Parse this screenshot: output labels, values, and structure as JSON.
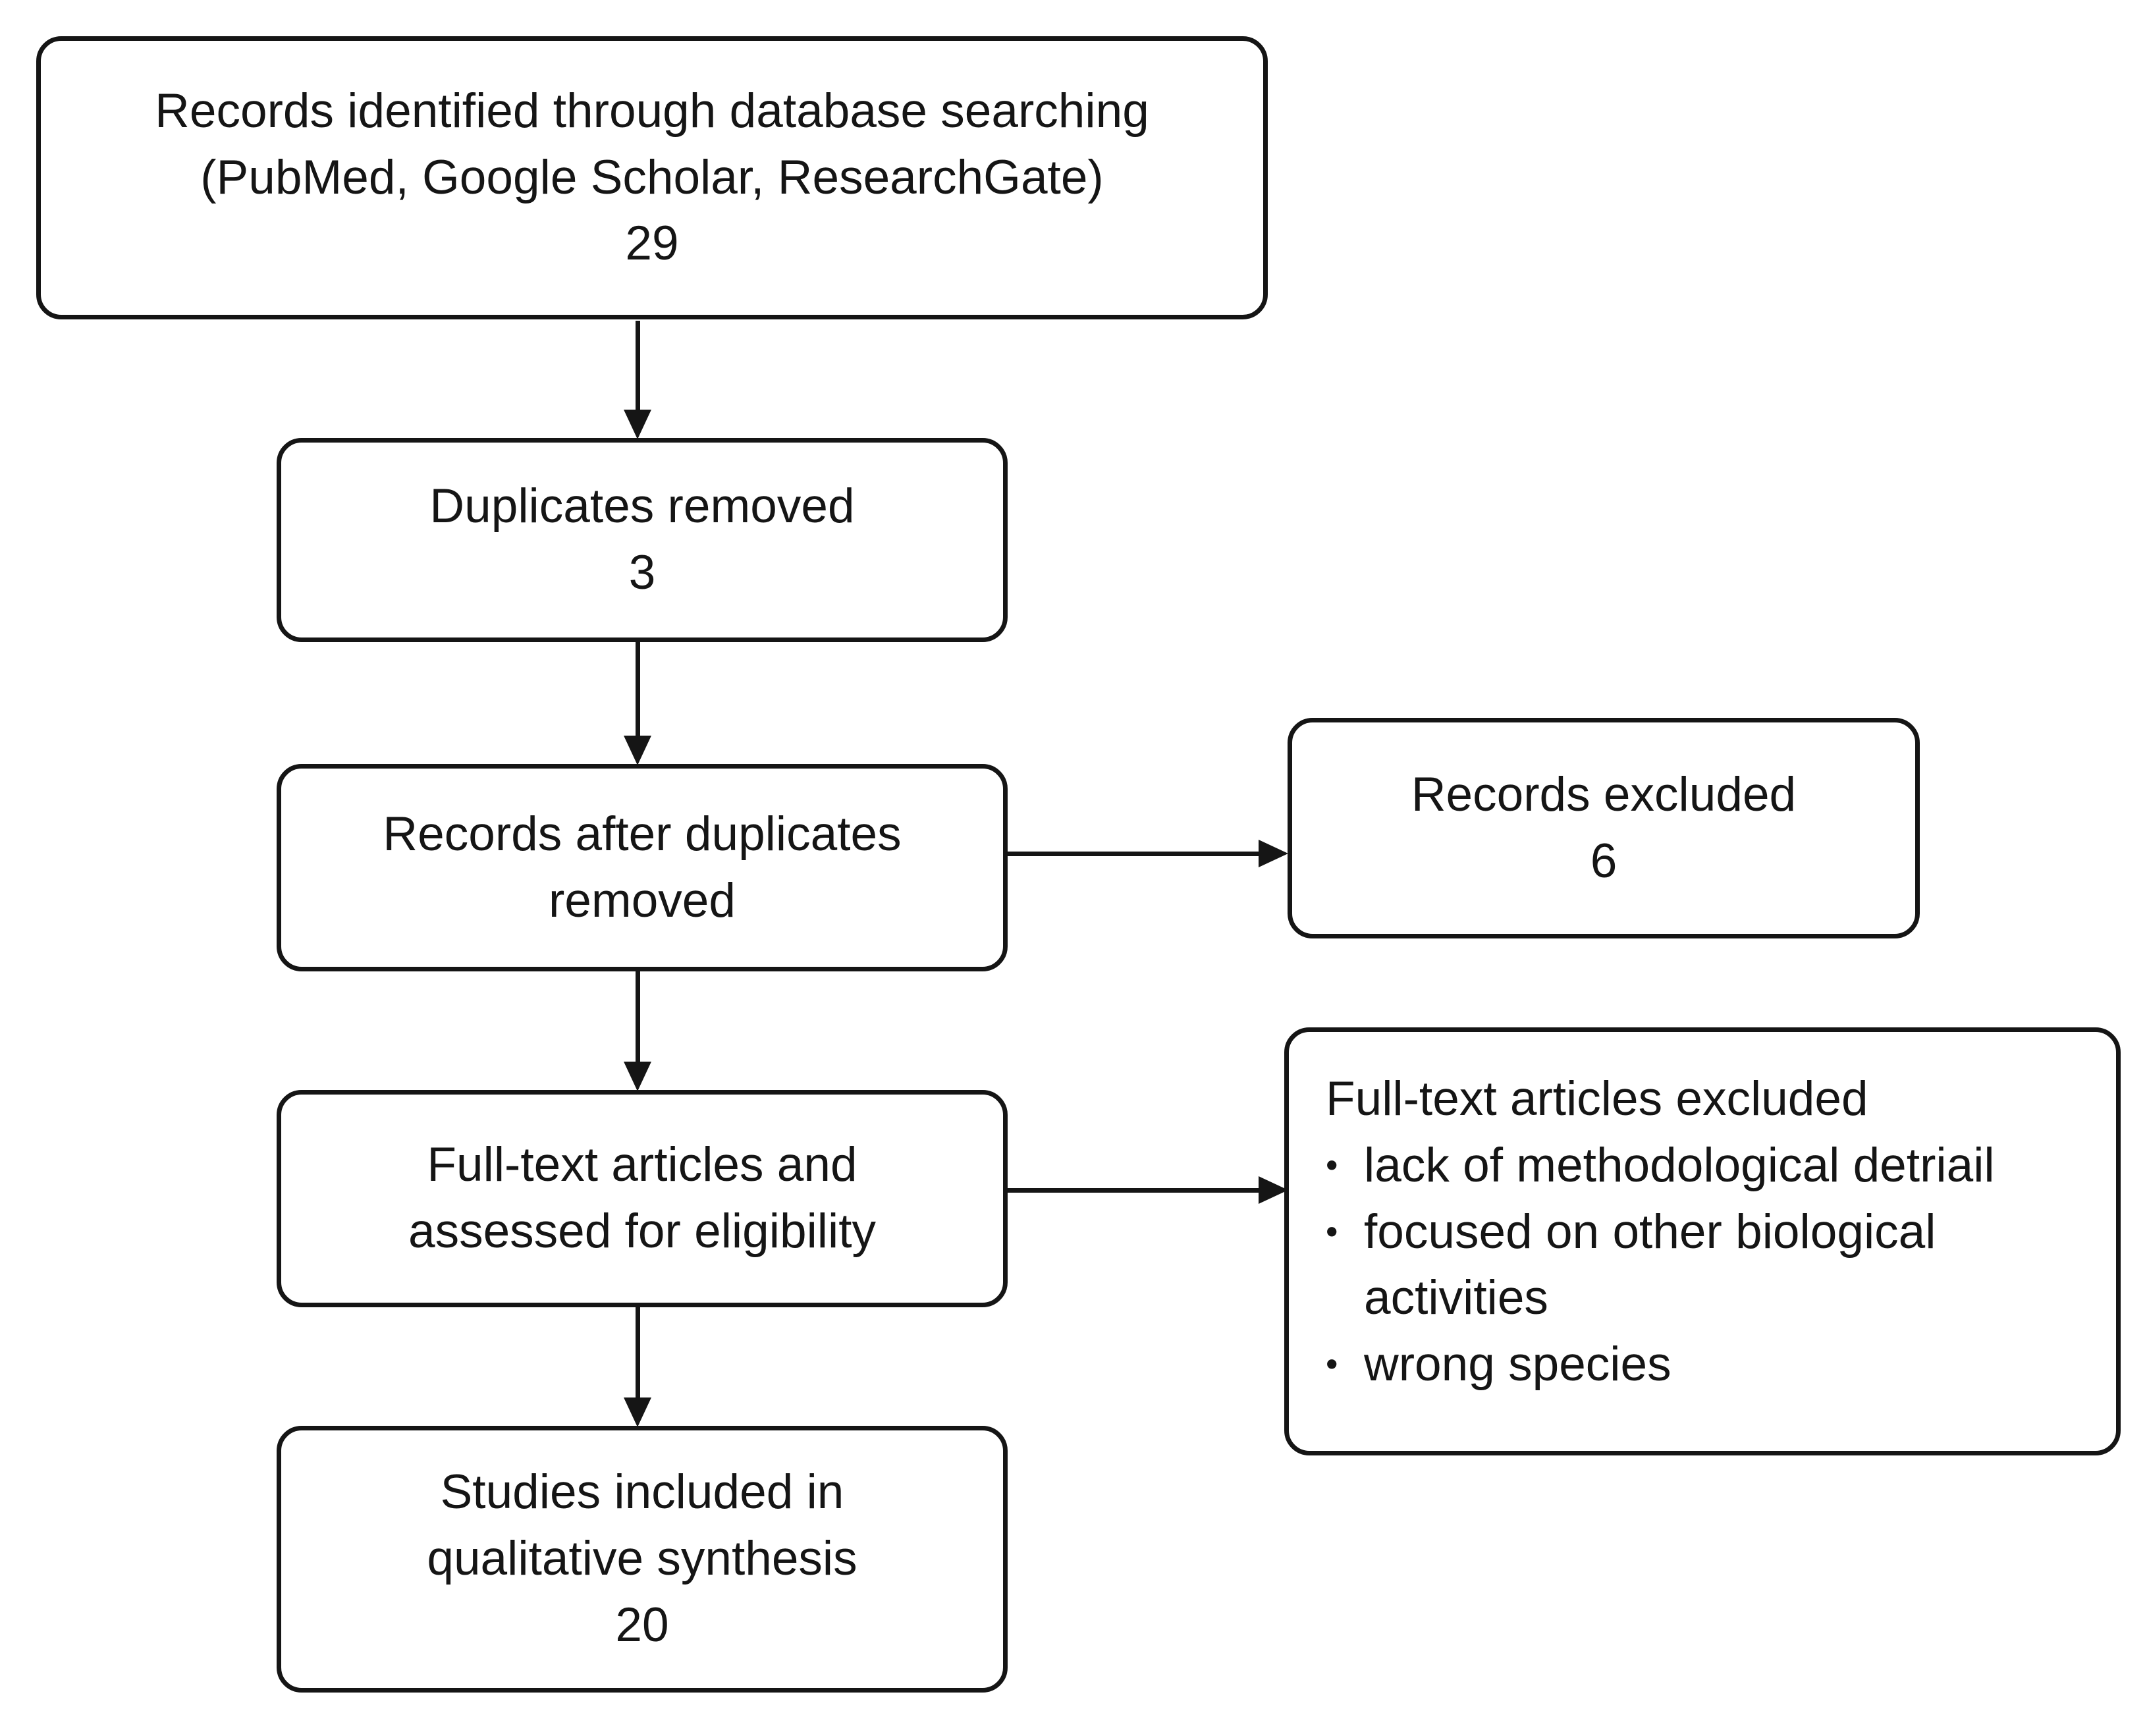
{
  "diagram": {
    "bullet_char": "•",
    "boxes": {
      "identification": {
        "label_lines": [
          "Records identified through database searching",
          "(PubMed, Google Scholar, ResearchGate)"
        ],
        "count": "29"
      },
      "duplicates_removed": {
        "label_lines": [
          "Duplicates removed"
        ],
        "count": "3"
      },
      "after_duplicates": {
        "label_lines": [
          "Records after duplicates",
          "removed"
        ]
      },
      "records_excluded": {
        "label_lines": [
          "Records excluded"
        ],
        "count": "6"
      },
      "fulltext_assessed": {
        "label_lines": [
          "Full-text articles and",
          "assessed for eligibility"
        ]
      },
      "fulltext_excluded": {
        "title": "Full-text articles excluded",
        "bullets": [
          "lack of methodological detriail",
          "focused on other biological activities",
          "wrong species"
        ]
      },
      "included": {
        "label_lines": [
          "Studies included in",
          "qualitative synthesis"
        ],
        "count": "20"
      }
    },
    "colors": {
      "line": "#151515",
      "text": "#151515",
      "background": "#ffffff"
    }
  }
}
